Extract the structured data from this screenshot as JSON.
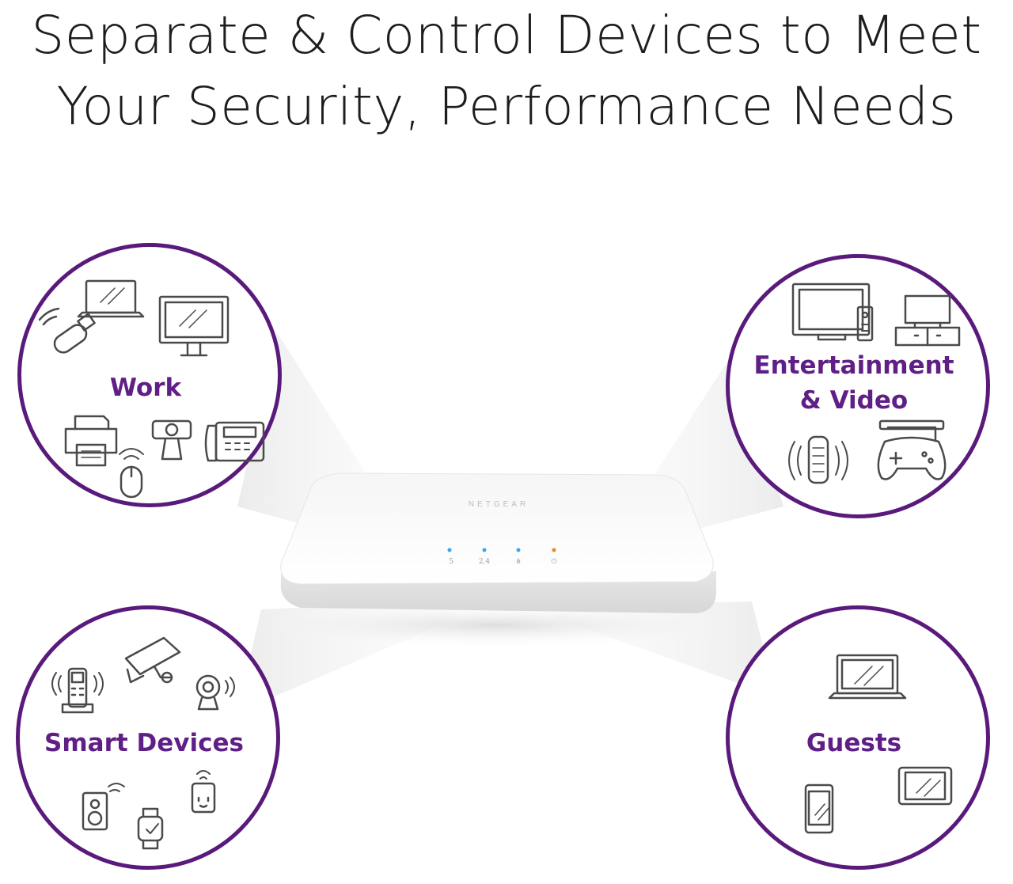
{
  "headline": {
    "line1": "Separate & Control Devices to Meet",
    "line2": "Your Security, Performance Needs"
  },
  "device": {
    "brand": "NETGEAR",
    "indicators": [
      {
        "label": "5GHz",
        "color": "#3aa6e8"
      },
      {
        "label": "2.4GHz",
        "color": "#3aa6e8"
      },
      {
        "label": "LAN",
        "color": "#3aa6e8"
      },
      {
        "label": "Power",
        "color": "#e8862a"
      }
    ]
  },
  "categories": {
    "work": {
      "label": "Work",
      "icons": [
        "usb-stick-icon",
        "laptop-icon",
        "desktop-monitor-icon",
        "printer-icon",
        "webcam-icon",
        "wireless-mouse-icon",
        "desk-phone-icon"
      ]
    },
    "entertainment": {
      "label_line1": "Entertainment",
      "label_line2": "& Video",
      "icons": [
        "tv-with-remote-icon",
        "tv-stand-icon",
        "smart-speaker-icon",
        "game-console-icon"
      ]
    },
    "smart": {
      "label": "Smart Devices",
      "icons": [
        "smart-remote-icon",
        "security-camera-icon",
        "home-camera-icon",
        "speaker-icon",
        "smartwatch-icon",
        "smart-plug-icon"
      ]
    },
    "guests": {
      "label": "Guests",
      "icons": [
        "laptop-icon",
        "smartphone-icon",
        "tablet-icon"
      ]
    }
  },
  "colors": {
    "accent": "#5a1a7c",
    "label": "#5f1f86",
    "icon_stroke": "#4a4a4a"
  }
}
